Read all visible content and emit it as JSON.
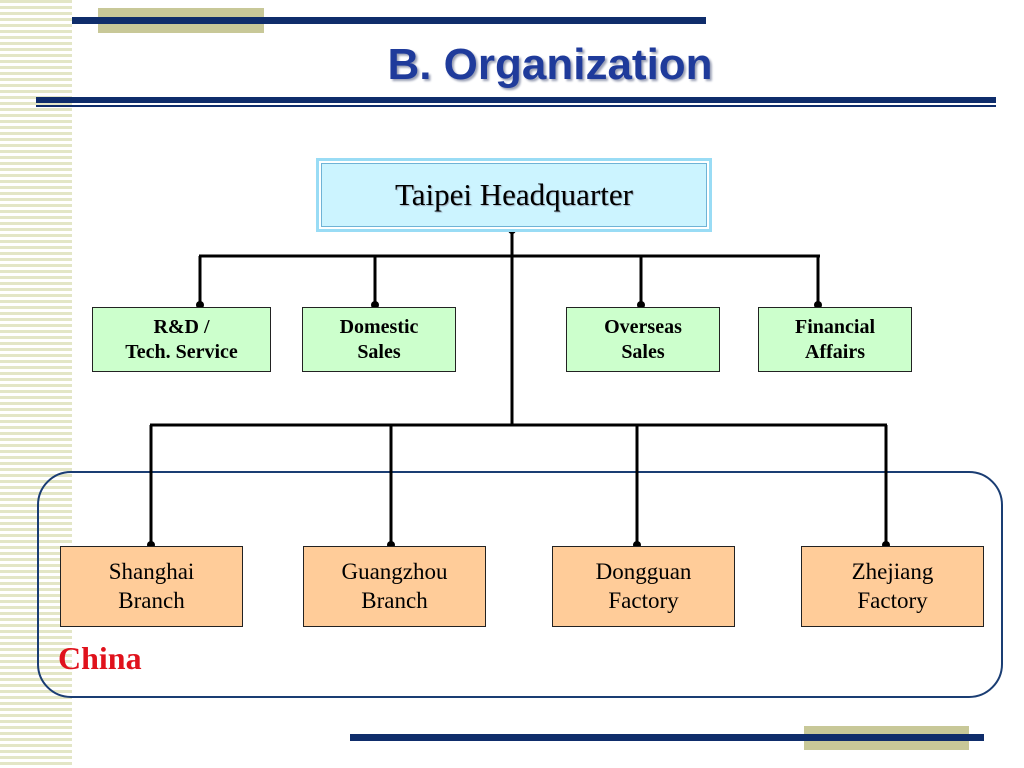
{
  "title": "B. Organization",
  "headquarter": "Taipei Headquarter",
  "departments": [
    {
      "line1": "R&D /",
      "line2": "Tech. Service"
    },
    {
      "line1": "Domestic",
      "line2": "Sales"
    },
    {
      "line1": "Overseas",
      "line2": "Sales"
    },
    {
      "line1": "Financial",
      "line2": "Affairs"
    }
  ],
  "branches": [
    {
      "line1": "Shanghai",
      "line2": "Branch"
    },
    {
      "line1": "Guangzhou",
      "line2": "Branch"
    },
    {
      "line1": "Dongguan",
      "line2": "Factory"
    },
    {
      "line1": "Zhejiang",
      "line2": "Factory"
    }
  ],
  "region_label": "China",
  "colors": {
    "title": "#1f3b9b",
    "headquarter_fill": "#ccf4ff",
    "department_fill": "#ccffcc",
    "branch_fill": "#ffcc99",
    "region_label": "#e0121c",
    "rule_blue": "#0f2d6b",
    "rule_khaki": "#c8c898"
  }
}
